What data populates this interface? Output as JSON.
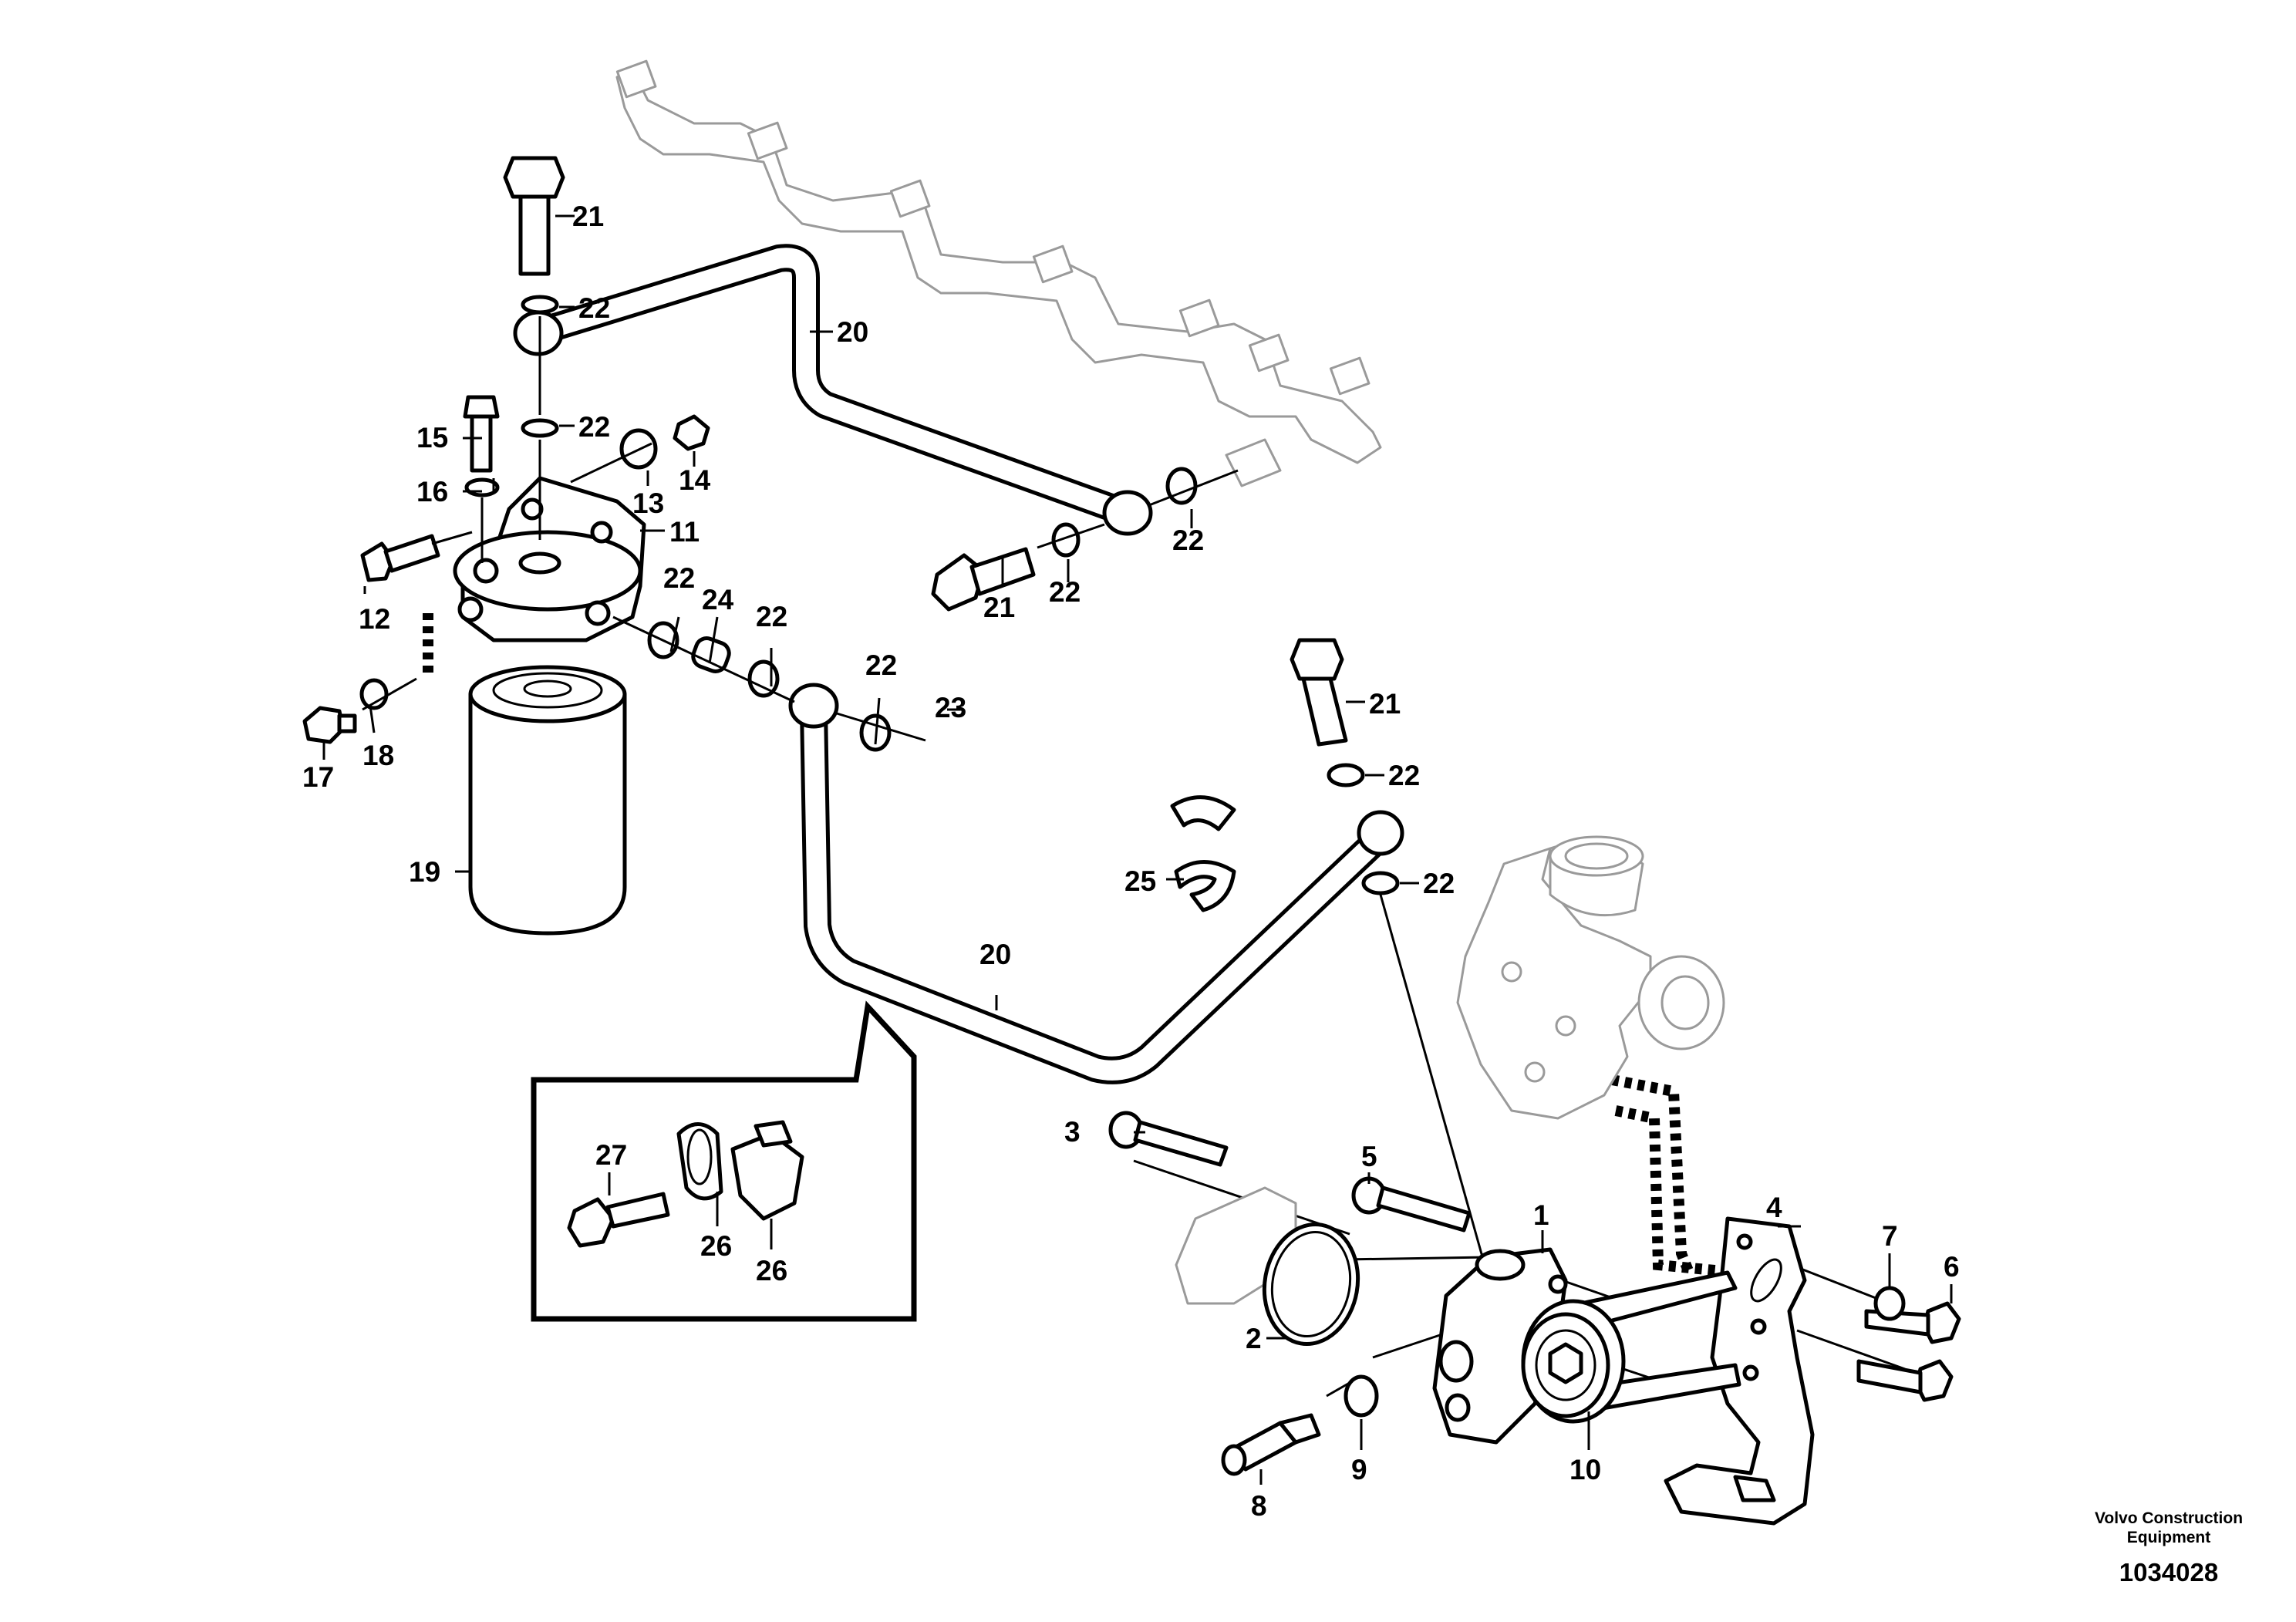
{
  "callouts": {
    "c1": "1",
    "c2": "2",
    "c3": "3",
    "c4": "4",
    "c5": "5",
    "c6": "6",
    "c7": "7",
    "c8": "8",
    "c9": "9",
    "c10": "10",
    "c11": "11",
    "c12": "12",
    "c13": "13",
    "c14": "14",
    "c15": "15",
    "c16": "16",
    "c17": "17",
    "c18": "18",
    "c19": "19",
    "c20a": "20",
    "c20b": "20",
    "c21a": "21",
    "c21b": "21",
    "c21c": "21",
    "c22a": "22",
    "c22b": "22",
    "c22c": "22",
    "c22d": "22",
    "c22e": "22",
    "c22f": "22",
    "c22g": "22",
    "c22h": "22",
    "c22i": "22",
    "c23": "23",
    "c24": "24",
    "c25": "25",
    "c26a": "26",
    "c26b": "26",
    "c27": "27"
  },
  "footer": {
    "brand_line1": "Volvo Construction",
    "brand_line2": "Equipment",
    "document_number": "1034028"
  },
  "colors": {
    "line": "#000000",
    "ghost_line": "#9a9a9a",
    "background": "#ffffff"
  }
}
